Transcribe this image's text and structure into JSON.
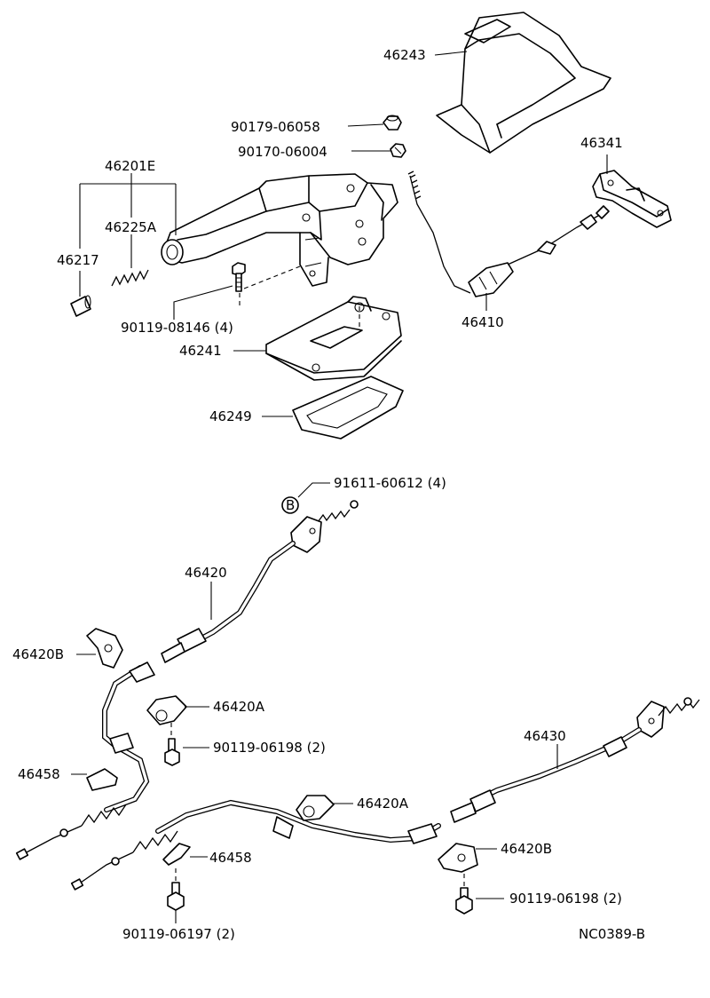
{
  "diagram": {
    "code": "NC0389-B",
    "labels": {
      "p46243": "46243",
      "p90179": "90179-06058",
      "p90170": "90170-06004",
      "p46341": "46341",
      "p46201E": "46201E",
      "p46225A": "46225A",
      "p46217": "46217",
      "p90119_08146": "90119-08146 (4)",
      "p46410": "46410",
      "p46241": "46241",
      "p46249": "46249",
      "p91611": "91611-60612 (4)",
      "b_mark": "B",
      "p46420": "46420",
      "p46420B_left": "46420B",
      "p46420A_left": "46420A",
      "p90119_06198_left": "90119-06198 (2)",
      "p46458_left": "46458",
      "p46430": "46430",
      "p46420A_right": "46420A",
      "p46458_right": "46458",
      "p46420B_right": "46420B",
      "p90119_06198_right": "90119-06198 (2)",
      "p90119_06197": "90119-06197 (2)"
    }
  }
}
